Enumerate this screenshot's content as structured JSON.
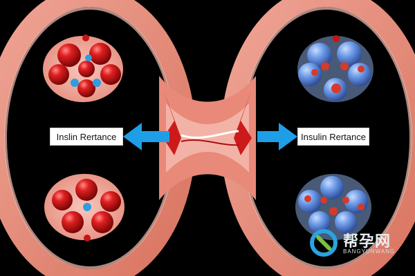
{
  "labels": {
    "left": "Inslin Rertance",
    "right": "Insulin Rertance"
  },
  "watermark": {
    "chinese": "帮孕网",
    "latin": "BANGYUNWANG"
  },
  "colors": {
    "background": "#000000",
    "membrane": "#e8897a",
    "membrane_inner": "#f2b3a6",
    "arrow": "#1f9ee8",
    "red_molecule": "#d81a1a",
    "blue_molecule": "#5a8fe0"
  }
}
